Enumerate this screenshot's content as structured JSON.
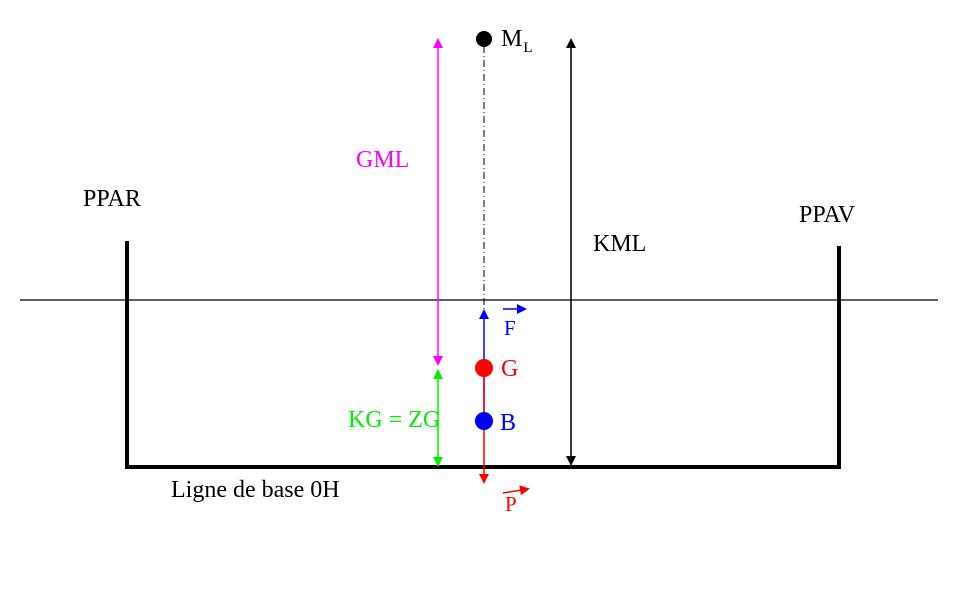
{
  "labels": {
    "metacenter_main": "M",
    "metacenter_sub": "L",
    "ppar": "PPAR",
    "ppav": "PPAV",
    "gml": "GML",
    "kml": "KML",
    "f": "F",
    "g": "G",
    "b": "B",
    "kg": "KG = ZG",
    "baseline": "Ligne de base 0H",
    "p": "P"
  },
  "colors": {
    "black": "#000000",
    "magenta": "#ff00ff",
    "blue": "#0000ff",
    "red": "#ff0000",
    "green": "#00ee00"
  }
}
